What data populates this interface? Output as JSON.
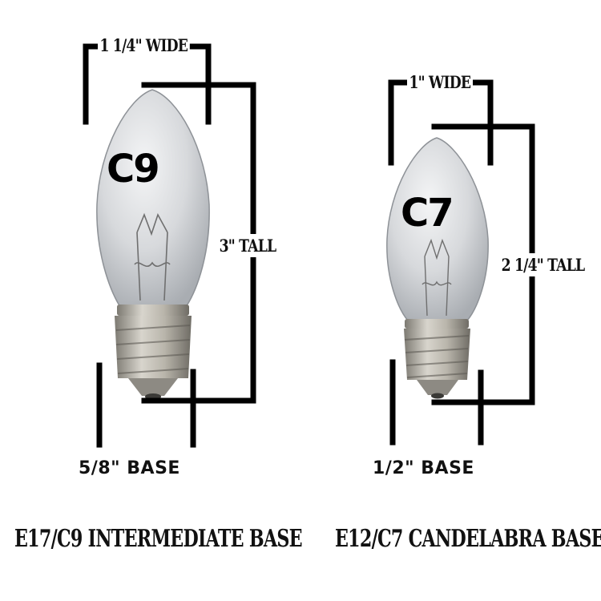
{
  "colors": {
    "lines": "#000000",
    "glass": "#cfd2d6",
    "base_metal": "#a8a49a",
    "text": "#111111"
  },
  "bulbs": [
    {
      "name": "C9",
      "width_label": "1 1/4\" WIDE",
      "height_label": "3\" TALL",
      "base_label": "5/8\" BASE",
      "caption": "E17/C9 INTERMEDIATE BASE"
    },
    {
      "name": "C7",
      "width_label": "1\" WIDE",
      "height_label": "2 1/4\" TALL",
      "base_label": "1/2\" BASE",
      "caption": "E12/C7 CANDELABRA BASE"
    }
  ]
}
